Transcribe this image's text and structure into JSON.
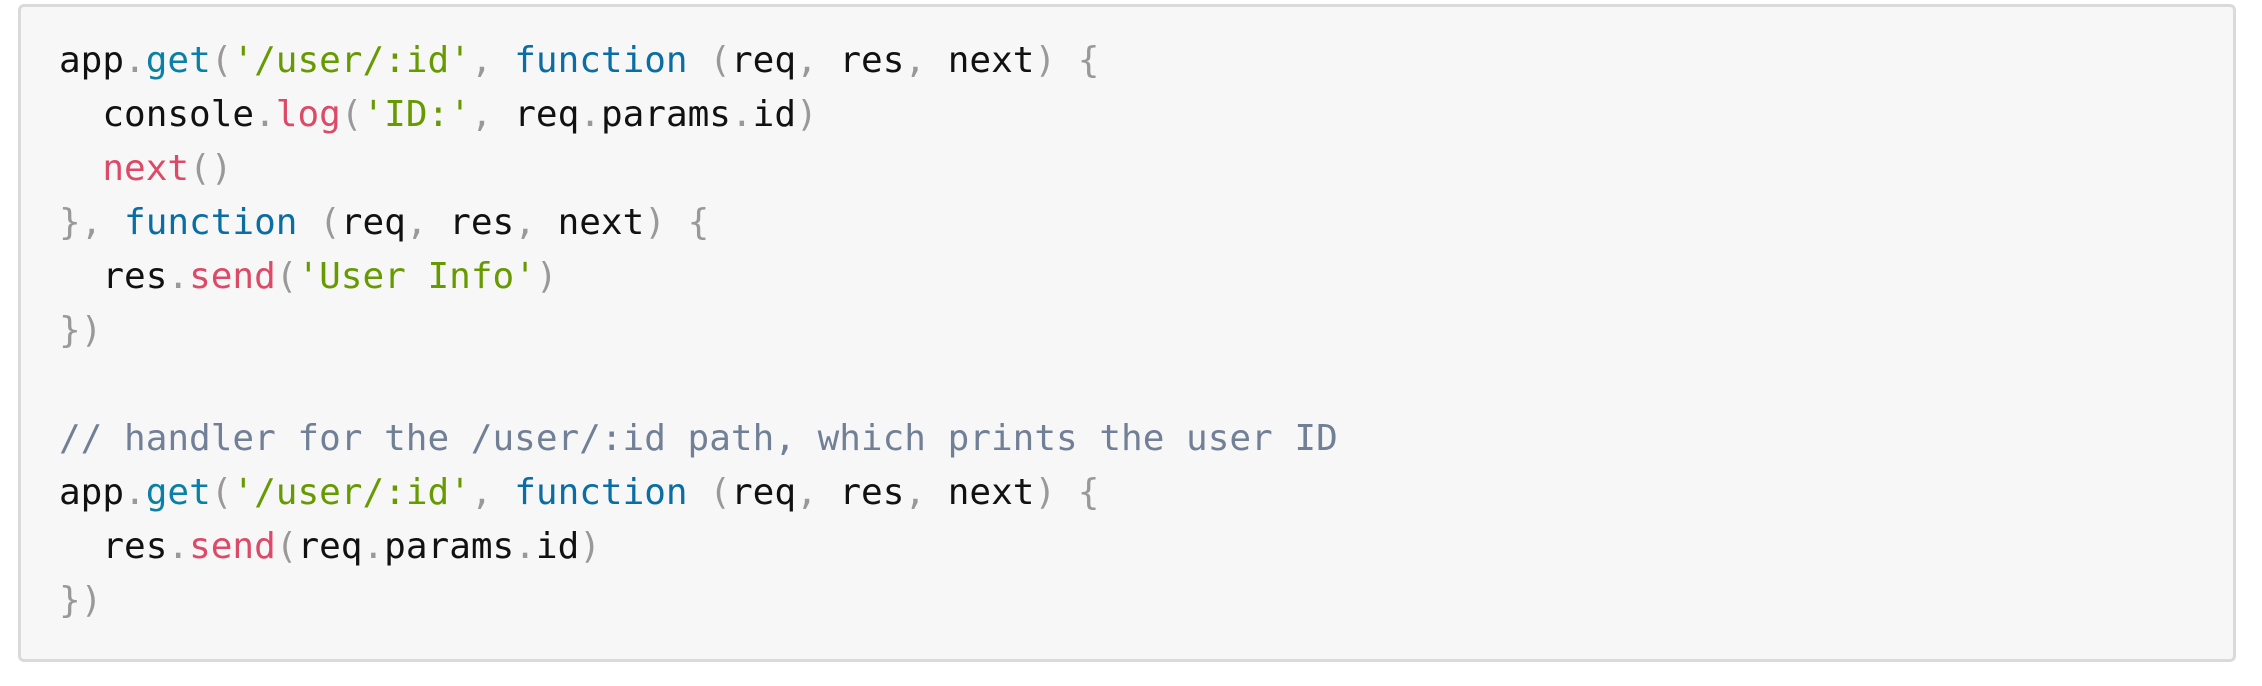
{
  "colors": {
    "background": "#f7f7f7",
    "border": "#dadada",
    "plain": "#111111",
    "punctuation": "#999999",
    "property": "#0a7fa8",
    "keyword": "#0a6ea4",
    "function_call": "#dd4a68",
    "string": "#679a00",
    "comment": "#718096"
  },
  "code": {
    "lines": [
      [
        {
          "t": "app",
          "c": "plain"
        },
        {
          "t": ".",
          "c": "punct"
        },
        {
          "t": "get",
          "c": "prop"
        },
        {
          "t": "(",
          "c": "punct"
        },
        {
          "t": "'/user/:id'",
          "c": "str"
        },
        {
          "t": ", ",
          "c": "punct"
        },
        {
          "t": "function",
          "c": "kw"
        },
        {
          "t": " (",
          "c": "punct"
        },
        {
          "t": "req",
          "c": "plain"
        },
        {
          "t": ", ",
          "c": "punct"
        },
        {
          "t": "res",
          "c": "plain"
        },
        {
          "t": ", ",
          "c": "punct"
        },
        {
          "t": "next",
          "c": "plain"
        },
        {
          "t": ") {",
          "c": "punct"
        }
      ],
      [
        {
          "t": "  console",
          "c": "plain"
        },
        {
          "t": ".",
          "c": "punct"
        },
        {
          "t": "log",
          "c": "fn"
        },
        {
          "t": "(",
          "c": "punct"
        },
        {
          "t": "'ID:'",
          "c": "str"
        },
        {
          "t": ", ",
          "c": "punct"
        },
        {
          "t": "req",
          "c": "plain"
        },
        {
          "t": ".",
          "c": "punct"
        },
        {
          "t": "params",
          "c": "plain"
        },
        {
          "t": ".",
          "c": "punct"
        },
        {
          "t": "id",
          "c": "plain"
        },
        {
          "t": ")",
          "c": "punct"
        }
      ],
      [
        {
          "t": "  ",
          "c": "plain"
        },
        {
          "t": "next",
          "c": "fn"
        },
        {
          "t": "()",
          "c": "punct"
        }
      ],
      [
        {
          "t": "}, ",
          "c": "punct"
        },
        {
          "t": "function",
          "c": "kw"
        },
        {
          "t": " (",
          "c": "punct"
        },
        {
          "t": "req",
          "c": "plain"
        },
        {
          "t": ", ",
          "c": "punct"
        },
        {
          "t": "res",
          "c": "plain"
        },
        {
          "t": ", ",
          "c": "punct"
        },
        {
          "t": "next",
          "c": "plain"
        },
        {
          "t": ") {",
          "c": "punct"
        }
      ],
      [
        {
          "t": "  res",
          "c": "plain"
        },
        {
          "t": ".",
          "c": "punct"
        },
        {
          "t": "send",
          "c": "fn"
        },
        {
          "t": "(",
          "c": "punct"
        },
        {
          "t": "'User Info'",
          "c": "str"
        },
        {
          "t": ")",
          "c": "punct"
        }
      ],
      [
        {
          "t": "})",
          "c": "punct"
        }
      ],
      [],
      [
        {
          "t": "// handler for the /user/:id path, which prints the user ID",
          "c": "comment"
        }
      ],
      [
        {
          "t": "app",
          "c": "plain"
        },
        {
          "t": ".",
          "c": "punct"
        },
        {
          "t": "get",
          "c": "prop"
        },
        {
          "t": "(",
          "c": "punct"
        },
        {
          "t": "'/user/:id'",
          "c": "str"
        },
        {
          "t": ", ",
          "c": "punct"
        },
        {
          "t": "function",
          "c": "kw"
        },
        {
          "t": " (",
          "c": "punct"
        },
        {
          "t": "req",
          "c": "plain"
        },
        {
          "t": ", ",
          "c": "punct"
        },
        {
          "t": "res",
          "c": "plain"
        },
        {
          "t": ", ",
          "c": "punct"
        },
        {
          "t": "next",
          "c": "plain"
        },
        {
          "t": ") {",
          "c": "punct"
        }
      ],
      [
        {
          "t": "  res",
          "c": "plain"
        },
        {
          "t": ".",
          "c": "punct"
        },
        {
          "t": "send",
          "c": "fn"
        },
        {
          "t": "(",
          "c": "punct"
        },
        {
          "t": "req",
          "c": "plain"
        },
        {
          "t": ".",
          "c": "punct"
        },
        {
          "t": "params",
          "c": "plain"
        },
        {
          "t": ".",
          "c": "punct"
        },
        {
          "t": "id",
          "c": "plain"
        },
        {
          "t": ")",
          "c": "punct"
        }
      ],
      [
        {
          "t": "})",
          "c": "punct"
        }
      ]
    ]
  }
}
